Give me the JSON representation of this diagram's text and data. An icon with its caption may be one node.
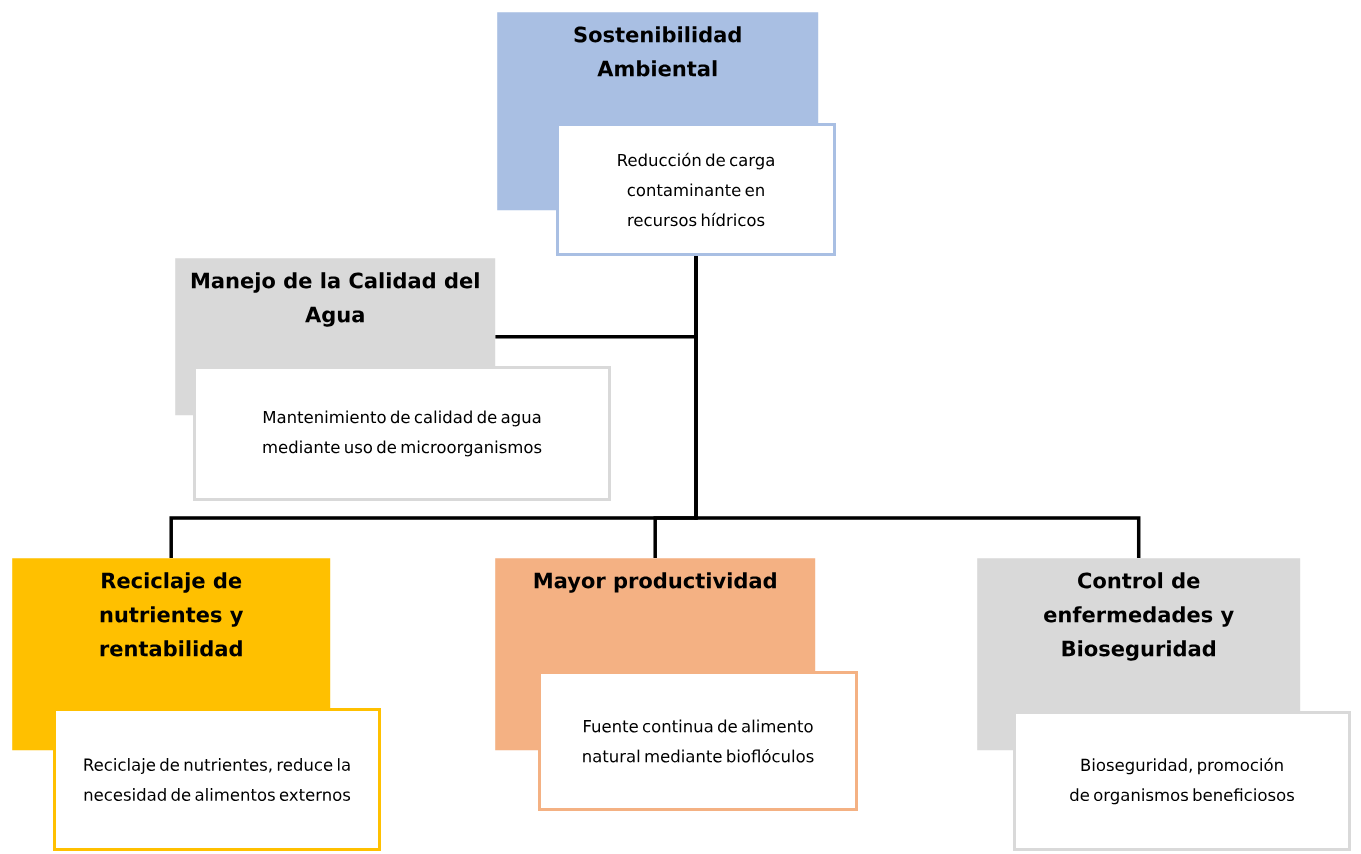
{
  "diagram": {
    "nodes": [
      {
        "text": [
          "Sostenibilidad Ambiental"
        ]
      },
      {
        "text": [
          "Reducción de carga contaminante en recursos hídricos"
        ]
      },
      {
        "text": [
          "Manejo de la Calidad del Agua"
        ]
      },
      {
        "text": [
          "Mantenimiento de calidad de agua mediante uso de microorganismos"
        ]
      },
      {
        "text": [
          "Reciclaje de nutrientes y rentabilidad"
        ]
      },
      {
        "text": [
          "Reciclaje de nutrientes, reduce la necesidad de alimentos externos"
        ]
      },
      {
        "text": [
          "Mayor productividad"
        ]
      },
      {
        "text": [
          "Fuente continua de alimento natural mediante bioflóculos"
        ]
      },
      {
        "text": [
          "Control de enfermedades y Bioseguridad"
        ]
      },
      {
        "text": [
          "Bioseguridad, promoción de organismos beneficiosos"
        ]
      }
    ],
    "edges": [
      {
        "from": 1,
        "to": 2,
        "arrow": "none"
      },
      {
        "from": 1,
        "to": 4,
        "arrow": "none"
      },
      {
        "from": 1,
        "to": 6,
        "arrow": "none"
      },
      {
        "from": 1,
        "to": 8,
        "arrow": "none"
      }
    ]
  }
}
